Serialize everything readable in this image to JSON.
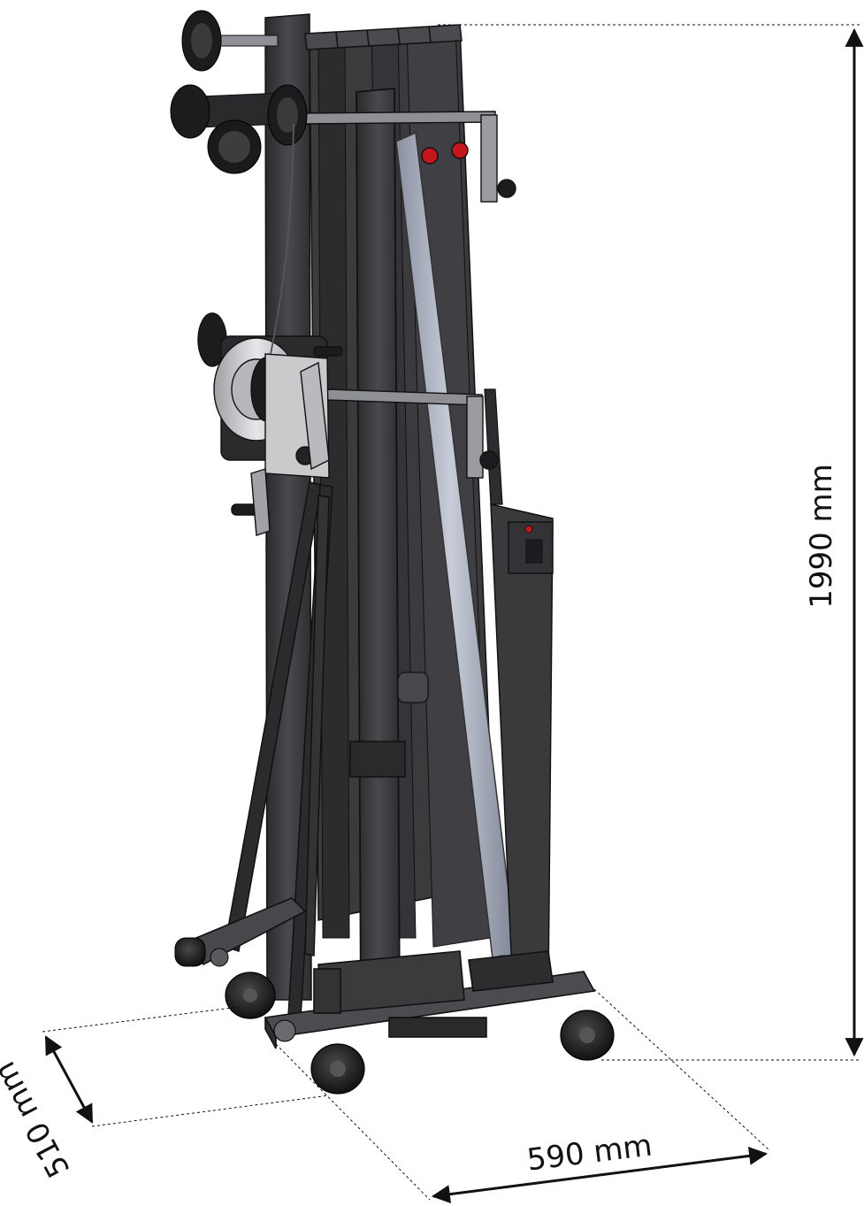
{
  "dimensions": {
    "height_label": "1990 mm",
    "width_label": "590 mm",
    "depth_label": "510 mm"
  },
  "colors": {
    "frame": "#3a3a3c",
    "frame_dark": "#232325",
    "frame_light": "#5a5a5e",
    "tube": "#a9afbd",
    "winch_metal": "#c9cacc",
    "knob_red": "#c4161c",
    "dim_line": "#111111",
    "background": "#ffffff"
  },
  "drawing": {
    "subject": "lift-tower-3d-render"
  }
}
